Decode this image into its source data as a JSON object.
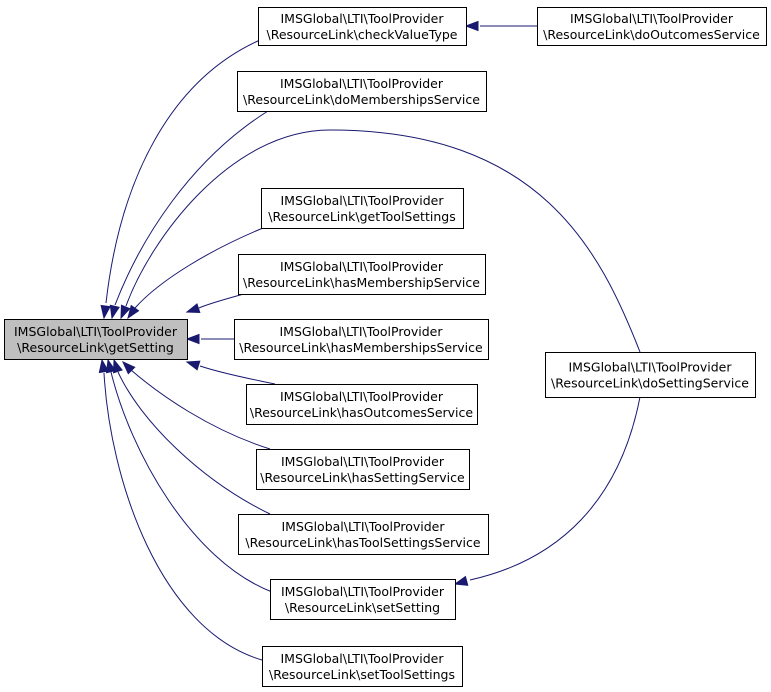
{
  "diagram": {
    "type": "call-graph",
    "colors": {
      "edge": "#191970",
      "root_fill": "#bfbfbf",
      "node_fill": "#ffffff",
      "node_stroke": "#000000"
    },
    "nodes": [
      {
        "id": "getSetting",
        "line1": "IMSGlobal\\LTI\\ToolProvider",
        "line2": "\\ResourceLink\\getSetting",
        "root": true
      },
      {
        "id": "checkValueType",
        "line1": "IMSGlobal\\LTI\\ToolProvider",
        "line2": "\\ResourceLink\\checkValueType"
      },
      {
        "id": "doOutcomesService",
        "line1": "IMSGlobal\\LTI\\ToolProvider",
        "line2": "\\ResourceLink\\doOutcomesService"
      },
      {
        "id": "doMembershipsService",
        "line1": "IMSGlobal\\LTI\\ToolProvider",
        "line2": "\\ResourceLink\\doMembershipsService"
      },
      {
        "id": "getToolSettings",
        "line1": "IMSGlobal\\LTI\\ToolProvider",
        "line2": "\\ResourceLink\\getToolSettings"
      },
      {
        "id": "hasMembershipService",
        "line1": "IMSGlobal\\LTI\\ToolProvider",
        "line2": "\\ResourceLink\\hasMembershipService"
      },
      {
        "id": "hasMembershipsService",
        "line1": "IMSGlobal\\LTI\\ToolProvider",
        "line2": "\\ResourceLink\\hasMembershipsService"
      },
      {
        "id": "hasOutcomesService",
        "line1": "IMSGlobal\\LTI\\ToolProvider",
        "line2": "\\ResourceLink\\hasOutcomesService"
      },
      {
        "id": "hasSettingService",
        "line1": "IMSGlobal\\LTI\\ToolProvider",
        "line2": "\\ResourceLink\\hasSettingService"
      },
      {
        "id": "hasToolSettingsService",
        "line1": "IMSGlobal\\LTI\\ToolProvider",
        "line2": "\\ResourceLink\\hasToolSettingsService"
      },
      {
        "id": "setSetting",
        "line1": "IMSGlobal\\LTI\\ToolProvider",
        "line2": "\\ResourceLink\\setSetting"
      },
      {
        "id": "setToolSettings",
        "line1": "IMSGlobal\\LTI\\ToolProvider",
        "line2": "\\ResourceLink\\setToolSettings"
      },
      {
        "id": "doSettingService",
        "line1": "IMSGlobal\\LTI\\ToolProvider",
        "line2": "\\ResourceLink\\doSettingService"
      }
    ],
    "edges": [
      {
        "from": "doOutcomesService",
        "to": "checkValueType"
      },
      {
        "from": "checkValueType",
        "to": "getSetting"
      },
      {
        "from": "doMembershipsService",
        "to": "getSetting"
      },
      {
        "from": "doSettingService",
        "to": "getSetting"
      },
      {
        "from": "getToolSettings",
        "to": "getSetting"
      },
      {
        "from": "hasMembershipService",
        "to": "getSetting"
      },
      {
        "from": "hasMembershipsService",
        "to": "getSetting"
      },
      {
        "from": "hasOutcomesService",
        "to": "getSetting"
      },
      {
        "from": "hasSettingService",
        "to": "getSetting"
      },
      {
        "from": "hasToolSettingsService",
        "to": "getSetting"
      },
      {
        "from": "setSetting",
        "to": "getSetting"
      },
      {
        "from": "setToolSettings",
        "to": "getSetting"
      },
      {
        "from": "doSettingService",
        "to": "setSetting"
      }
    ]
  }
}
